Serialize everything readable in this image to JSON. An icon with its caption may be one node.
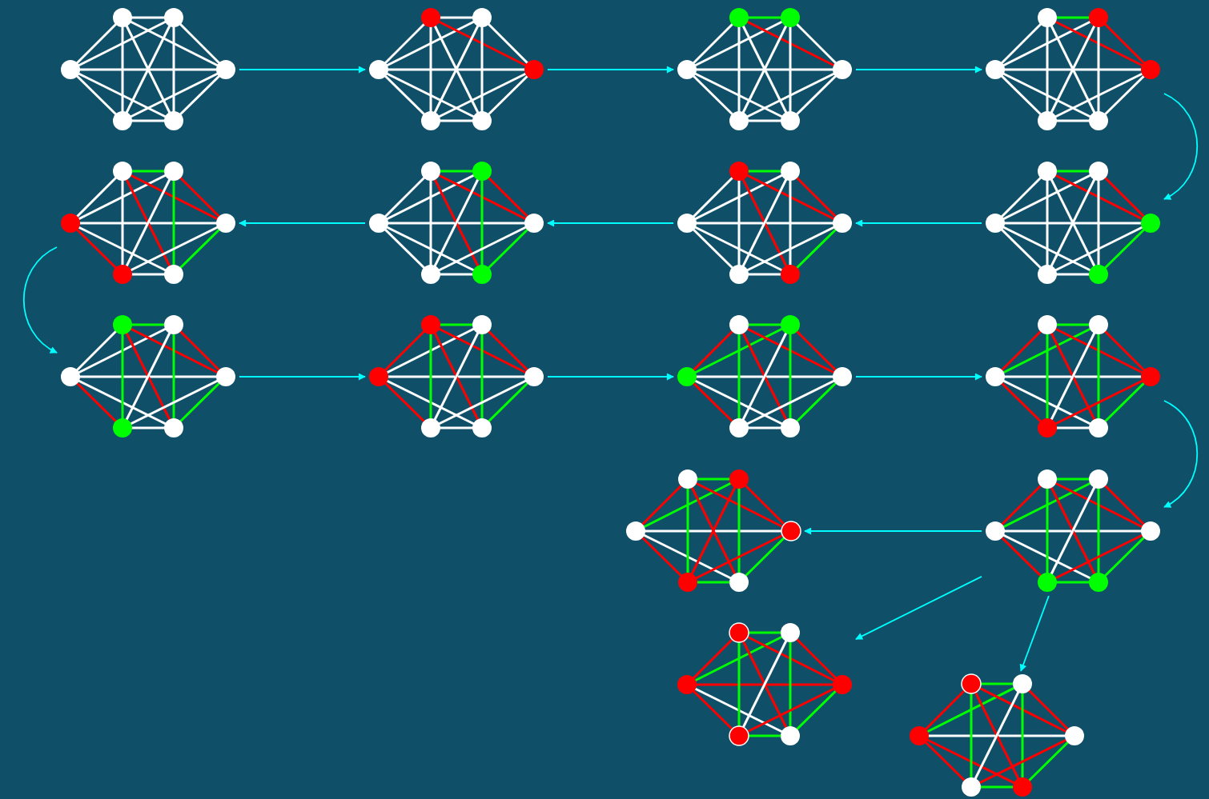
{
  "diagram": {
    "nodes": [
      {
        "text": [],
        "shape": "picture"
      },
      {
        "text": [],
        "shape": "picture"
      },
      {
        "text": [],
        "shape": "picture"
      },
      {
        "text": [],
        "shape": "picture"
      },
      {
        "text": [],
        "shape": "picture"
      },
      {
        "text": [],
        "shape": "picture"
      },
      {
        "text": [],
        "shape": "picture"
      },
      {
        "text": [],
        "shape": "picture"
      },
      {
        "text": [],
        "shape": "picture"
      },
      {
        "text": [],
        "shape": "picture"
      },
      {
        "text": [],
        "shape": "picture"
      },
      {
        "text": [],
        "shape": "picture"
      },
      {
        "text": [],
        "shape": "picture"
      },
      {
        "text": [],
        "shape": "picture"
      },
      {
        "text": [],
        "shape": "picture"
      },
      {
        "text": [],
        "shape": "picture"
      }
    ],
    "edges": [
      {
        "from": 0,
        "to": 1,
        "arrow": "to"
      },
      {
        "from": 1,
        "to": 2,
        "arrow": "to"
      },
      {
        "from": 2,
        "to": 3,
        "arrow": "to"
      },
      {
        "from": 3,
        "to": 7,
        "arrow": "to"
      },
      {
        "from": 7,
        "to": 6,
        "arrow": "to"
      },
      {
        "from": 6,
        "to": 5,
        "arrow": "to"
      },
      {
        "from": 5,
        "to": 4,
        "arrow": "to"
      },
      {
        "from": 4,
        "to": 8,
        "arrow": "to"
      },
      {
        "from": 8,
        "to": 9,
        "arrow": "to"
      },
      {
        "from": 9,
        "to": 10,
        "arrow": "to"
      },
      {
        "from": 10,
        "to": 11,
        "arrow": "to"
      },
      {
        "from": 11,
        "to": 13,
        "arrow": "to"
      },
      {
        "from": 13,
        "to": 12,
        "arrow": "to"
      },
      {
        "from": 13,
        "to": 14,
        "arrow": "to"
      },
      {
        "from": 13,
        "to": 15,
        "arrow": "to"
      }
    ]
  }
}
